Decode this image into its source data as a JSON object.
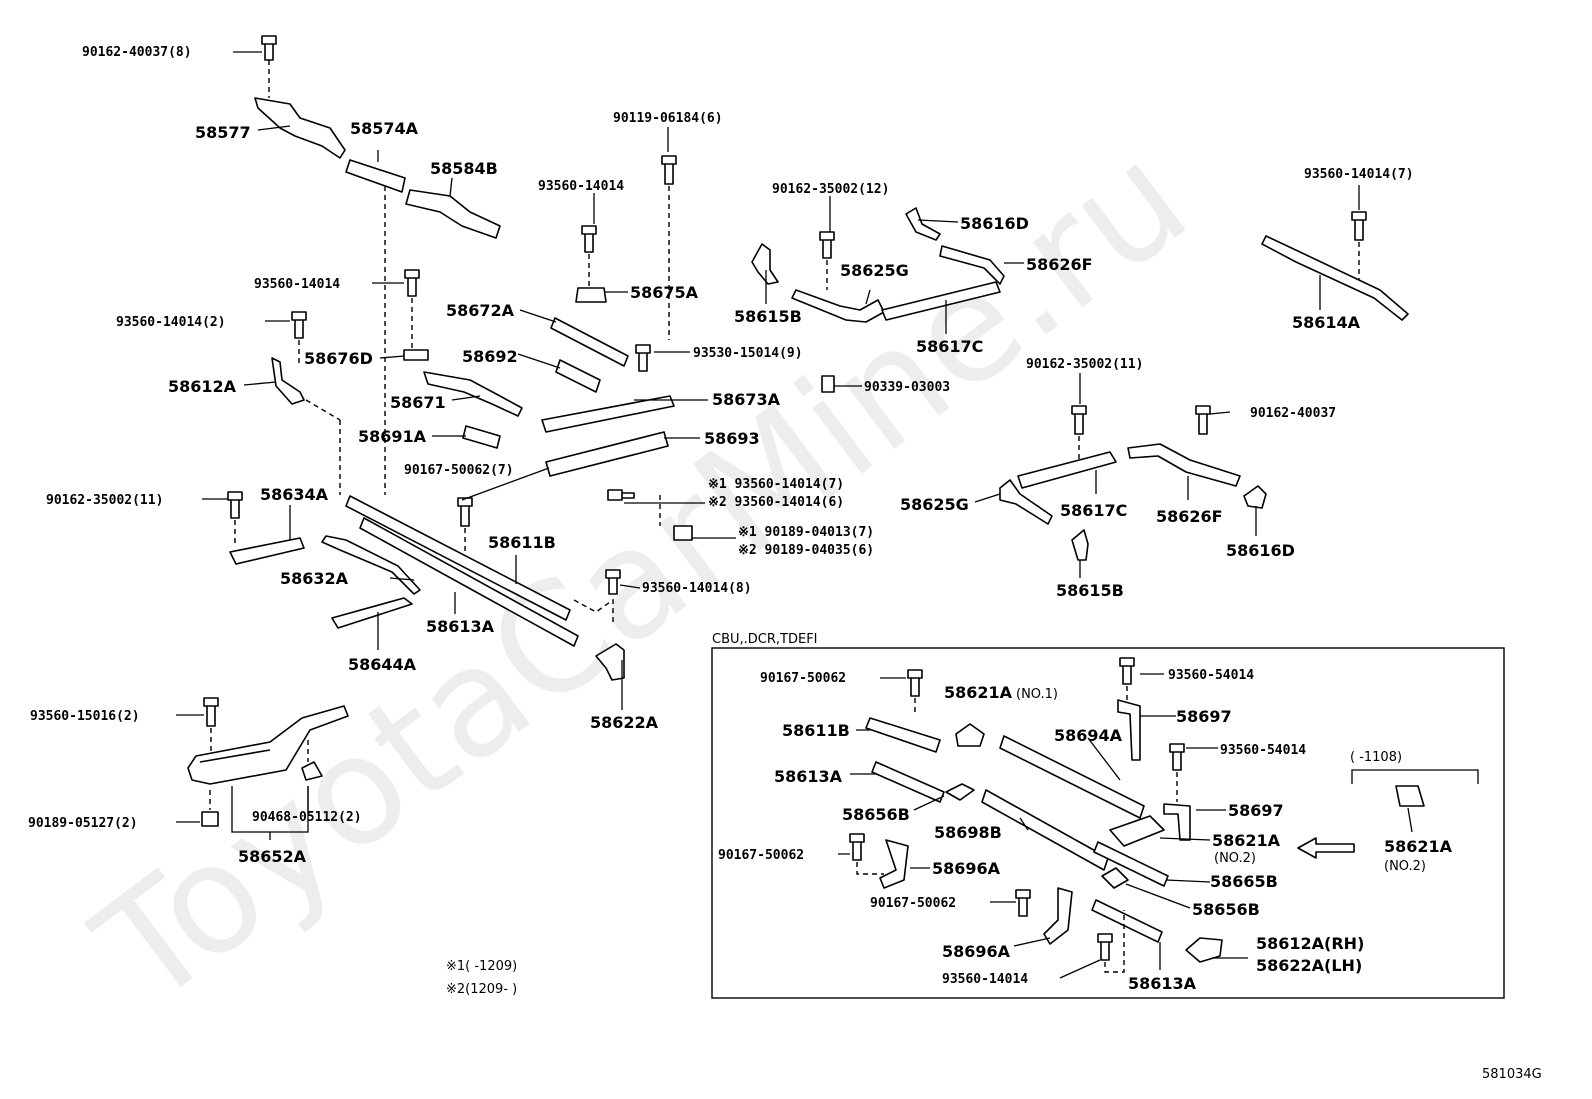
{
  "diagram_code": "581034G",
  "watermark": "ToyotaCarMine.ru",
  "labels": {
    "l90162_40037_8": "90162-40037(8)",
    "l58577": "58577",
    "l58574A": "58574A",
    "l58584B": "58584B",
    "l90119_06184_6": "90119-06184(6)",
    "l93560_14014_a": "93560-14014",
    "l58675A": "58675A",
    "l93560_14014_b": "93560-14014",
    "l93560_14014_2": "93560-14014(2)",
    "l58672A": "58672A",
    "l58676D": "58676D",
    "l58612A": "58612A",
    "l58692": "58692",
    "l93530_15014_9": "93530-15014(9)",
    "l58671": "58671",
    "l90339_03003": "90339-03003",
    "l58673A": "58673A",
    "l58691A": "58691A",
    "l58693": "58693",
    "l90167_50062_7": "90167-50062(7)",
    "l90162_35002_11": "90162-35002(11)",
    "l58634A": "58634A",
    "l58611B": "58611B",
    "l58632A": "58632A",
    "l58613A": "58613A",
    "l93560_14014_8": "93560-14014(8)",
    "l58644A": "58644A",
    "l58622A": "58622A",
    "l93560_15016_2": "93560-15016(2)",
    "l90189_05127_2": "90189-05127(2)",
    "l90468_05112_2": "90468-05112(2)",
    "l58652A": "58652A",
    "l90162_35002_12": "90162-35002(12)",
    "l58616D_top": "58616D",
    "l58626F_top": "58626F",
    "l58625G_top": "58625G",
    "l58615B_top": "58615B",
    "l58617C_top": "58617C",
    "l93560_14014_7": "93560-14014(7)",
    "l58614A": "58614A",
    "l90162_35002_11b": "90162-35002(11)",
    "l90162_40037": "90162-40037",
    "l58625G_mid": "58625G",
    "l58617C_mid": "58617C",
    "l58626F_mid": "58626F",
    "l58616D_mid": "58616D",
    "l58615B_mid": "58615B",
    "lx1_93560_14014_7": "※1 93560-14014(7)",
    "lx2_93560_14014_6": "※2 93560-14014(6)",
    "lx1_90189_04013_7": "※1 90189-04013(7)",
    "lx2_90189_04035_6": "※2 90189-04035(6)"
  },
  "notes": {
    "n1": "※1(      -1209)",
    "n2": "※2(1209-      )"
  },
  "inset": {
    "title": "CBU,.DCR,TDEFI",
    "labels": {
      "i90167_50062_a": "90167-50062",
      "i58621A_no1": "58621A",
      "i58621A_no1_suffix": "(NO.1)",
      "i93560_54014_a": "93560-54014",
      "i58697_a": "58697",
      "i58611B": "58611B",
      "i58694A": "58694A",
      "i93560_54014_b": "93560-54014",
      "i58613A_a": "58613A",
      "i58656B_a": "58656B",
      "i58698B": "58698B",
      "i58697_b": "58697",
      "i58621A_no2": "58621A",
      "i58621A_no2_suffix": "(NO.2)",
      "i90167_50062_b": "90167-50062",
      "i58696A_a": "58696A",
      "i58665B": "58665B",
      "i90167_50062_c": "90167-50062",
      "i58656B_b": "58656B",
      "i58696A_b": "58696A",
      "i58612A_RH": "58612A(RH)",
      "i58622A_LH": "58622A(LH)",
      "i93560_14014": "93560-14014",
      "i58613A_b": "58613A",
      "i_range": "(      -1108)",
      "i58621A_side": "58621A",
      "i58621A_side_suffix": "(NO.2)"
    }
  }
}
